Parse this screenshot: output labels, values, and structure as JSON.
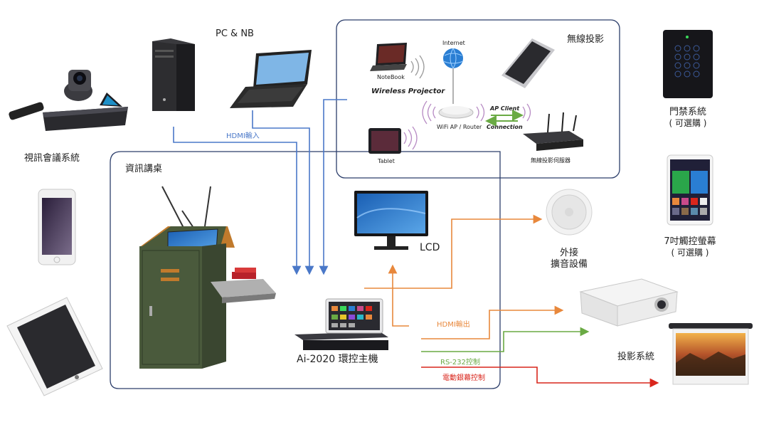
{
  "labels": {
    "pc_nb": "PC & NB",
    "video_conf": "視訊會議系統",
    "wireless_proj": "無線投影",
    "door_access": "門禁系統",
    "door_access_opt": "( 可選購 )",
    "touch_panel": "7吋觸控螢幕",
    "touch_panel_opt": "( 可選購 )",
    "podium": "資訊講桌",
    "lcd": "LCD",
    "speaker_l1": "外接",
    "speaker_l2": "擴音設備",
    "controller": "Ai-2020 環控主機",
    "projection": "投影系統",
    "hdmi_in": "HDMI輸入",
    "hdmi_out": "HDMI輸出",
    "rs232": "RS-232控制",
    "screen_ctrl": "電動銀幕控制",
    "notebook": "NoteBook",
    "wireless_projector_title": "Wireless Projector",
    "internet": "Internet",
    "wifi_ap": "WiFi AP / Router",
    "ap_client": "AP Client",
    "connection": "Connection",
    "tablet": "Tablet",
    "wp_server": "無線投影伺服器"
  },
  "colors": {
    "blue_line": "#4a78c8",
    "orange_line": "#e8883c",
    "green_line": "#6aaa44",
    "red_line": "#d9261c",
    "frame": "#2c3e6b"
  }
}
